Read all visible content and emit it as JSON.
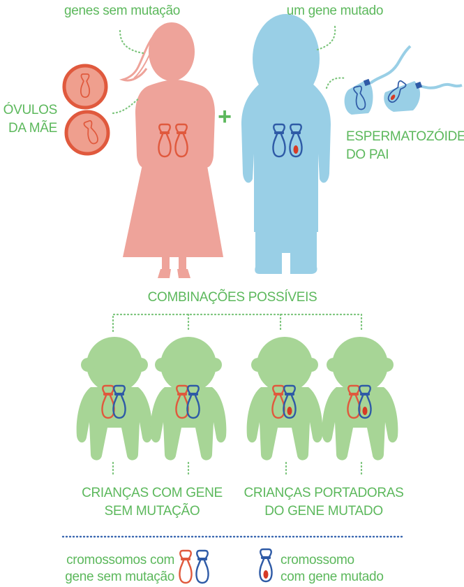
{
  "colors": {
    "label_green": "#5cb85c",
    "dotted_green": "#7bc47b",
    "divider_blue": "#3a67b0",
    "mother": "#eea39a",
    "father": "#99cfe6",
    "child": "#a7d596",
    "ovum_fill": "#ef9f8e",
    "ovum_ring": "#e0593d",
    "normal_chromosome": "#e0593d",
    "mutated_chromosome": "#2e5aa6",
    "mutation_mark": "#d63a25"
  },
  "labels": {
    "mother_caption": "genes sem mutação",
    "father_caption": "um gene mutado",
    "ova": [
      "ÓVULOS",
      "DA MÃE"
    ],
    "sperm": [
      "ESPERMATOZÓIDES",
      "DO PAI"
    ],
    "plus": "+",
    "combinations": "COMBINAÇÕES POSSÍVEIS",
    "children_normal": [
      "CRIANÇAS COM GENE",
      "SEM MUTAÇÃO"
    ],
    "children_carrier": [
      "CRIANÇAS PORTADORAS",
      "DO GENE MUTADO"
    ]
  },
  "legend": {
    "normal": [
      "cromossomos com",
      "gene sem mutação"
    ],
    "mutated": [
      "cromossomo",
      "com gene mutado"
    ]
  },
  "icons": [
    "ovum-icon",
    "sperm-icon",
    "chromosome-icon",
    "mother-silhouette",
    "father-silhouette",
    "child-silhouette"
  ]
}
